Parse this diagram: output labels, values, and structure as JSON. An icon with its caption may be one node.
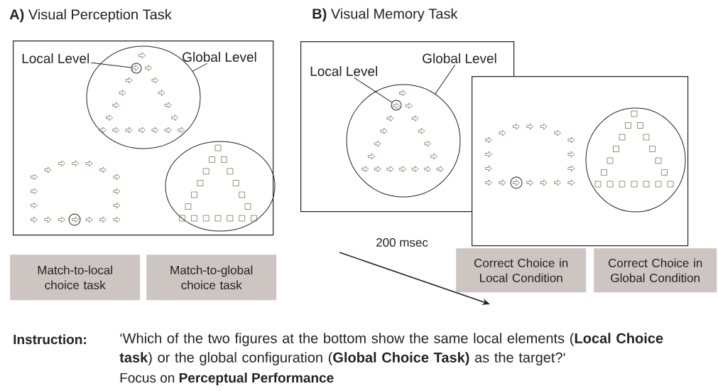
{
  "diagram": {
    "nodes": [
      {
        "text": [
          "**A)** Visual Perception Task"
        ]
      },
      {
        "text": [
          "Local Level"
        ],
        "in": 0
      },
      {
        "text": [
          "Global Level"
        ],
        "in": 0
      },
      {
        "text": [],
        "shape": "circle",
        "in": 0
      },
      {
        "text": [],
        "shape": "circle",
        "in": 3
      },
      {
        "text": [],
        "shape": "circle",
        "in": 0
      },
      {
        "text": [
          "Match-to-local choice task"
        ]
      },
      {
        "text": [
          "Match-to-global choice task"
        ]
      },
      {
        "text": [
          "**B)** Visual Memory Task"
        ]
      },
      {
        "text": [
          "Local Level"
        ],
        "in": 8
      },
      {
        "text": [
          "Global Level"
        ],
        "in": 8
      },
      {
        "text": [],
        "shape": "circle",
        "in": 8
      },
      {
        "text": [],
        "shape": "circle",
        "in": 11
      },
      {
        "text": [],
        "shape": "box"
      },
      {
        "text": [],
        "shape": "circle",
        "in": 13
      },
      {
        "text": [
          "Correct Choice in Local Condition"
        ]
      },
      {
        "text": [
          "Correct Choice in Global Condition"
        ]
      },
      {
        "text": [],
        "shape": "circle",
        "in": 0
      },
      {
        "text": [],
        "shape": "circle",
        "in": 13
      }
    ],
    "edges": [
      {
        "from": 1,
        "to": 4,
        "arrow": "none"
      },
      {
        "from": 2,
        "to": 3,
        "arrow": "none"
      },
      {
        "from": 9,
        "to": 12,
        "arrow": "none"
      },
      {
        "from": 10,
        "to": 11,
        "arrow": "none"
      }
    ],
    "labels": [
      "200 msec",
      "Instruction:",
      "‘Which of the two figures at the bottom show the same local elements (**Local Choice task**) or the global configuration (**Global Choice Task)** as the target?‘",
      "Focus on **Perceptual Performance**"
    ]
  }
}
